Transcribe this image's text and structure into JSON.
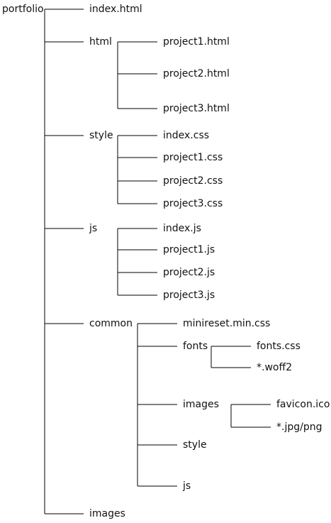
{
  "tree": {
    "root": "portfolio",
    "root_files": {
      "index_html": "index.html",
      "images": "images"
    },
    "html": {
      "label": "html",
      "files": [
        "project1.html",
        "project2.html",
        "project3.html"
      ]
    },
    "style": {
      "label": "style",
      "files": [
        "index.css",
        "project1.css",
        "project2.css",
        "project3.css"
      ]
    },
    "js": {
      "label": "js",
      "files": [
        "index.js",
        "project1.js",
        "project2.js",
        "project3.js"
      ]
    },
    "common": {
      "label": "common",
      "minireset": "minireset.min.css",
      "fonts": {
        "label": "fonts",
        "files": [
          "fonts.css",
          "*.woff2"
        ]
      },
      "images": {
        "label": "images",
        "files": [
          "favicon.ico",
          "*.jpg/png"
        ]
      },
      "style": "style",
      "js": "js"
    }
  },
  "colors": {
    "line": "#000000",
    "text": "#111111",
    "background": "#ffffff"
  }
}
